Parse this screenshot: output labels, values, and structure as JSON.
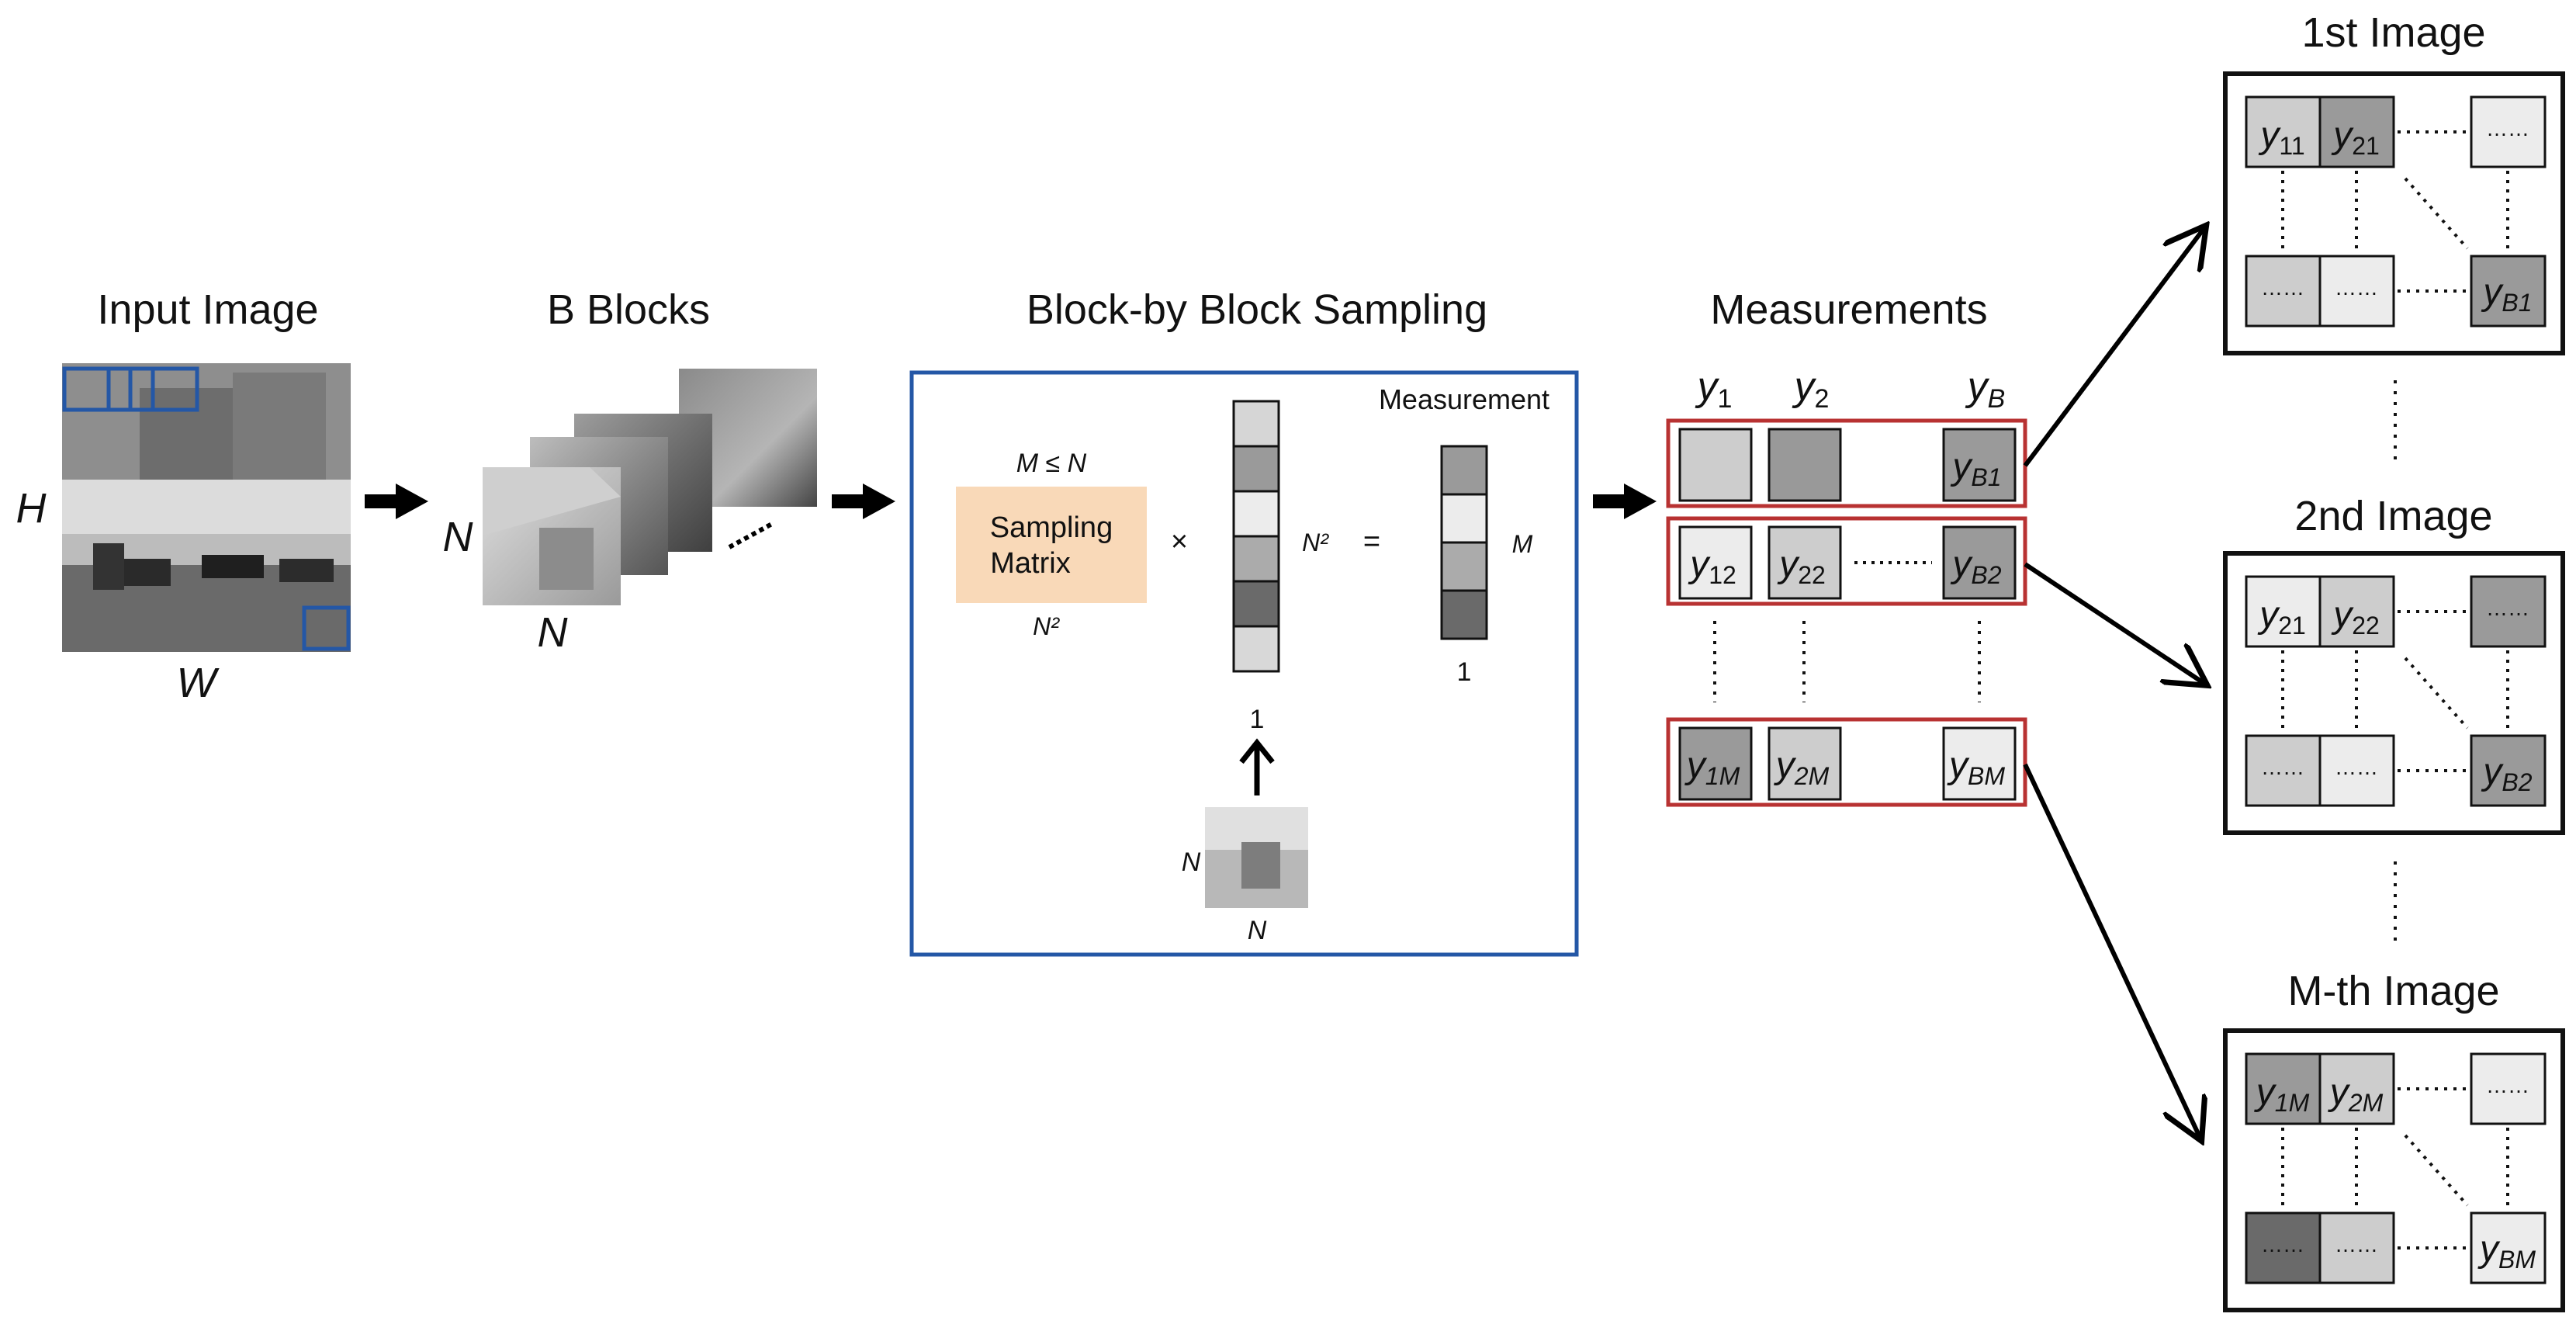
{
  "titles": {
    "input_image": "Input Image",
    "b_blocks": "B Blocks",
    "block_sampling": "Block-by Block Sampling",
    "measurements": "Measurements",
    "image_1": "1st Image",
    "image_2": "2nd Image",
    "image_m": "M-th Image"
  },
  "input_image": {
    "height_label": "H",
    "width_label": "W"
  },
  "blocks": {
    "side_label_left": "N",
    "side_label_bottom": "N"
  },
  "sampling": {
    "condition": "M ≤ N",
    "matrix_line1": "Sampling",
    "matrix_line2": "Matrix",
    "matrix_width_label": "N²",
    "times": "×",
    "vector_length_label": "N²",
    "vector_width_label": "1",
    "equals": "=",
    "measurement_label": "Measurement",
    "measurement_length_label": "M",
    "measurement_width_label": "1",
    "patch_left_label": "N",
    "patch_bottom_label": "N",
    "matrix_color": "#f9d9b8",
    "frame_color": "#2457a6"
  },
  "measurement_rows": {
    "headers": [
      "y",
      "y",
      "y"
    ],
    "header_subs": [
      "1",
      "2",
      "B"
    ],
    "rows": [
      {
        "cells": [
          {
            "base": "",
            "sub": ""
          },
          {
            "base": "",
            "sub": ""
          },
          {
            "base": "y",
            "sub": "B1"
          }
        ]
      },
      {
        "cells": [
          {
            "base": "y",
            "sub": "12"
          },
          {
            "base": "y",
            "sub": "22"
          },
          {
            "base": "y",
            "sub": "B2"
          }
        ]
      },
      {
        "cells": [
          {
            "base": "y",
            "sub": "1M"
          },
          {
            "base": "y",
            "sub": "2M"
          },
          {
            "base": "y",
            "sub": "BM"
          }
        ]
      }
    ],
    "frame_color": "#b83232"
  },
  "output_images": [
    {
      "top_left": {
        "base": "y",
        "sub": "11"
      },
      "top_mid": {
        "base": "y",
        "sub": "21"
      },
      "top_right": "……",
      "bottom_left": "……",
      "bottom_mid": "……",
      "bottom_right": {
        "base": "y",
        "sub": "B1"
      }
    },
    {
      "top_left": {
        "base": "y",
        "sub": "21"
      },
      "top_mid": {
        "base": "y",
        "sub": "22"
      },
      "top_right": "……",
      "bottom_left": "……",
      "bottom_mid": "……",
      "bottom_right": {
        "base": "y",
        "sub": "B2"
      }
    },
    {
      "top_left": {
        "base": "y",
        "sub": "1M"
      },
      "top_mid": {
        "base": "y",
        "sub": "2M"
      },
      "top_right": "……",
      "bottom_left": "……",
      "bottom_mid": "……",
      "bottom_right": {
        "base": "y",
        "sub": "BM"
      }
    }
  ]
}
